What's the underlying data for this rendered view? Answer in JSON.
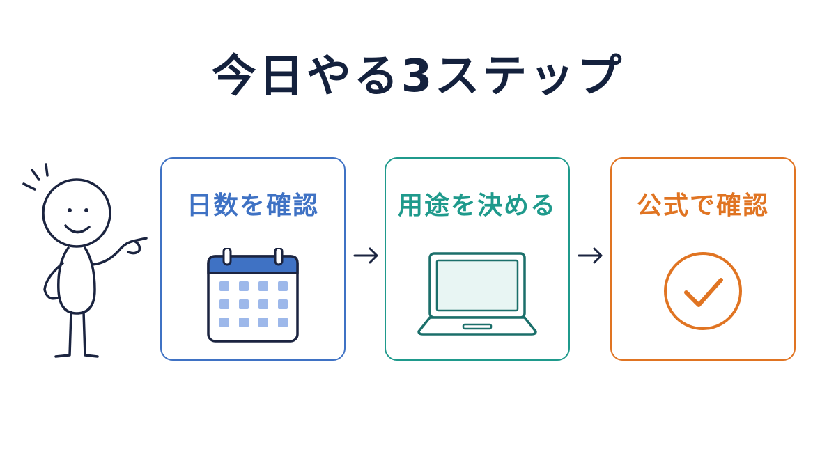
{
  "title": "今日やる3ステップ",
  "steps": [
    {
      "label": "日数を確認",
      "icon": "calendar-icon",
      "color": "#3f72c4"
    },
    {
      "label": "用途を決める",
      "icon": "laptop-icon",
      "color": "#1f9a8c"
    },
    {
      "label": "公式で確認",
      "icon": "checkmark-circle-icon",
      "color": "#e07422"
    }
  ],
  "colors": {
    "title": "#14213d",
    "outline": "#1b2440",
    "calendar_fill": "#9db8ea",
    "laptop_screen": "#e8f5f3"
  },
  "icons": {
    "person": "stick-figure-pointing-icon",
    "arrow": "arrow-right-icon"
  }
}
